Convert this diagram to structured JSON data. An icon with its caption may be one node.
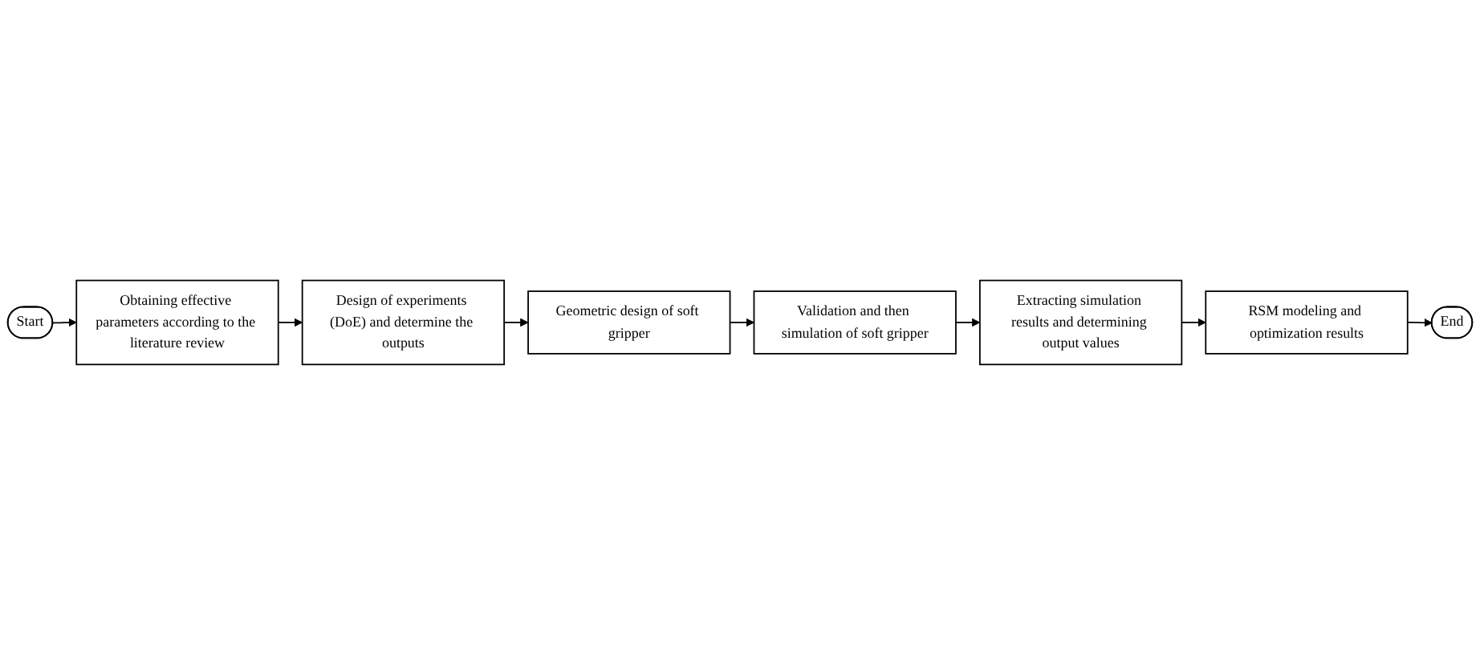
{
  "diagram": {
    "nodes": [
      {
        "text": [
          "Start"
        ]
      },
      {
        "text": [
          "Obtaining effective parameters according to the literature review"
        ]
      },
      {
        "text": [
          "Design of experiments (DoE) and determine the outputs"
        ]
      },
      {
        "text": [
          "Geometric design of soft gripper"
        ]
      },
      {
        "text": [
          "Validation and then simulation of soft gripper"
        ]
      },
      {
        "text": [
          "Extracting simulation results and determining output values"
        ]
      },
      {
        "text": [
          "RSM modeling and optimization results"
        ]
      },
      {
        "text": [
          "End"
        ]
      }
    ],
    "edges": [
      {
        "from": 0,
        "to": 1,
        "arrow": "to"
      },
      {
        "from": 1,
        "to": 2,
        "arrow": "to"
      },
      {
        "from": 2,
        "to": 3,
        "arrow": "to"
      },
      {
        "from": 3,
        "to": 4,
        "arrow": "to"
      },
      {
        "from": 4,
        "to": 5,
        "arrow": "to"
      },
      {
        "from": 5,
        "to": 6,
        "arrow": "to"
      },
      {
        "from": 6,
        "to": 7,
        "arrow": "to"
      }
    ]
  }
}
